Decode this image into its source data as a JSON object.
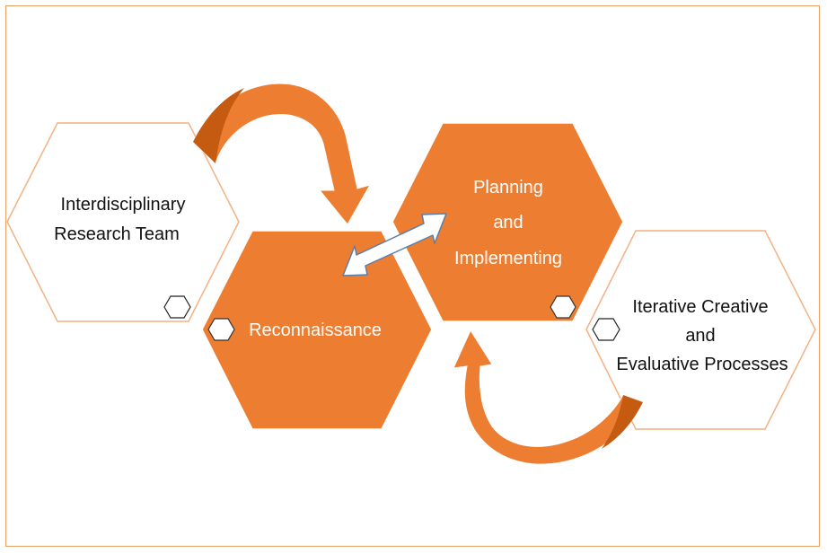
{
  "diagram": {
    "nodes": [
      {
        "id": "research-team",
        "lines": [
          "Interdisciplinary",
          "Research Team"
        ],
        "style": "outline"
      },
      {
        "id": "reconnaissance",
        "lines": [
          "Reconnaissance"
        ],
        "style": "filled"
      },
      {
        "id": "planning",
        "lines": [
          "Planning",
          "and",
          "Implementing"
        ],
        "style": "filled"
      },
      {
        "id": "iterative",
        "lines": [
          "Iterative Creative",
          "and",
          "Evaluative Processes"
        ],
        "style": "outline"
      }
    ],
    "colors": {
      "fill": "#ed7d31",
      "outline": "#f4b183",
      "arrow": "#ed7d31",
      "arrow_shade": "#c55a11",
      "double_arrow_fill": "#ffffff",
      "double_arrow_stroke": "#5a7fa8",
      "frame": "#e8a062"
    },
    "decor_icons": [
      "small-hexagon-icon"
    ]
  }
}
